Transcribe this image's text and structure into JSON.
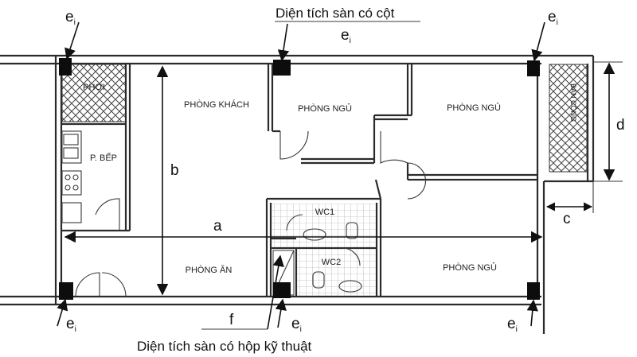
{
  "notes": {
    "top": "Diện tích sàn có cột",
    "bottom": "Diện tích sàn có hộp kỹ thuật"
  },
  "dimension_labels": {
    "a": "a",
    "b": "b",
    "c": "c",
    "d": "d",
    "f": "f",
    "e": "e",
    "e_sub": "i"
  },
  "rooms": {
    "living": "PHÒNG KHÁCH",
    "bed1": "PHÒNG NGỦ",
    "bed2": "PHÒNG NGỦ",
    "bed3": "PHÒNG NGỦ",
    "kitchen": "P. BẾP",
    "dining": "PHÒNG ĂN",
    "wc1": "WC1",
    "wc2": "WC2",
    "loggia_left": "PHƠI",
    "loggia_right": "BAN CÔNG"
  }
}
